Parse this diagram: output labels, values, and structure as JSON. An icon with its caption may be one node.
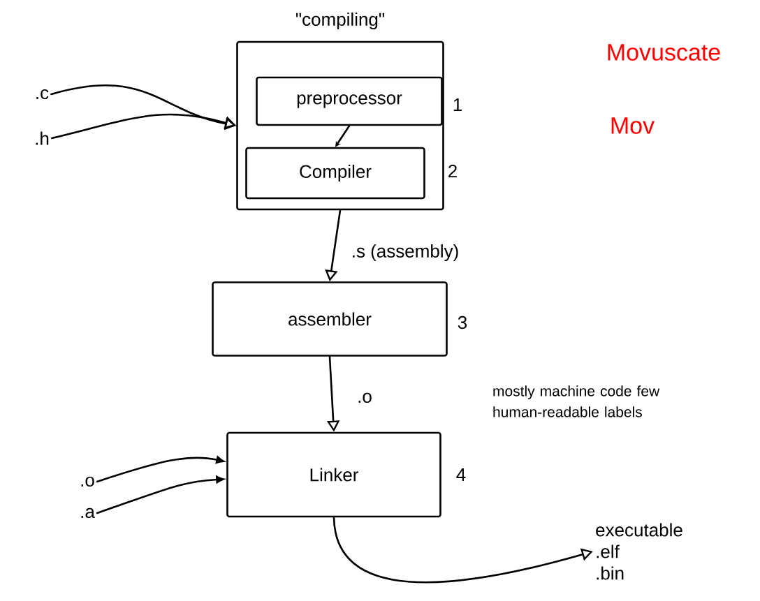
{
  "diagram": {
    "nodes": [
      {
        "text": [
          "\"compiling\""
        ]
      },
      {
        "text": [
          "preprocessor"
        ],
        "in": 0,
        "beside": [
          "1"
        ]
      },
      {
        "text": [
          "Compiler"
        ],
        "in": 0,
        "beside": [
          "2"
        ]
      },
      {
        "text": [
          "assembler"
        ],
        "beside": [
          "3"
        ]
      },
      {
        "text": [
          "Linker"
        ],
        "beside": [
          "4"
        ]
      },
      {
        "text": [
          ".c"
        ]
      },
      {
        "text": [
          ".h"
        ]
      },
      {
        "text": [
          ".o"
        ]
      },
      {
        "text": [
          ".a"
        ]
      },
      {
        "text": [
          "executable",
          ".elf",
          ".bin"
        ]
      }
    ],
    "edges": [
      {
        "from": 5,
        "to": 0,
        "arrow": "to"
      },
      {
        "from": 6,
        "to": 0,
        "arrow": "to"
      },
      {
        "from": 1,
        "to": 2,
        "arrow": "to"
      },
      {
        "from": 0,
        "to": 3,
        "arrow": "to",
        "label": ".s (assembly)"
      },
      {
        "from": 3,
        "to": 4,
        "arrow": "to",
        "label": ".o"
      },
      {
        "from": 7,
        "to": 4,
        "arrow": "to"
      },
      {
        "from": 8,
        "to": 4,
        "arrow": "to"
      },
      {
        "from": 4,
        "to": 9,
        "arrow": "to"
      }
    ],
    "labels": [
      "Movuscate",
      "Mov",
      "mostly machine code few human-readable labels"
    ]
  }
}
